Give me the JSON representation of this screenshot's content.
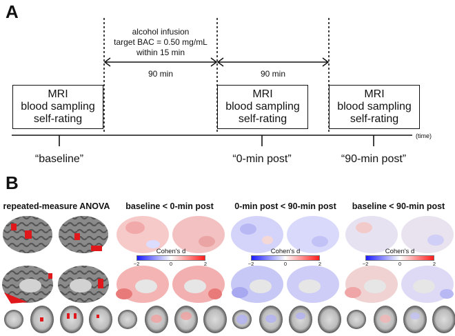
{
  "panel_a": {
    "letter": "A",
    "infusion_text": [
      "alcohol infusion",
      "target BAC = 0.50 mg/mL",
      "within 15 min"
    ],
    "interval_1": "90 min",
    "interval_2": "90 min",
    "session_box_lines": [
      "MRI",
      "blood sampling",
      "self-rating"
    ],
    "timepoints": [
      "“baseline”",
      "“0-min post”",
      "“90-min post”"
    ],
    "time_axis_label": "(time)"
  },
  "panel_b": {
    "letter": "B",
    "columns": [
      {
        "title": "repeated-measure ANOVA",
        "map_type": "binary",
        "colorbar": null
      },
      {
        "title": "baseline < 0-min post",
        "map_type": "effect_size",
        "colorbar": {
          "label": "Cohen's d",
          "min": "−2",
          "mid": "0",
          "max": "2"
        }
      },
      {
        "title": "0-min post < 90-min post",
        "map_type": "effect_size",
        "colorbar": {
          "label": "Cohen's d",
          "min": "−2",
          "mid": "0",
          "max": "2"
        }
      },
      {
        "title": "baseline < 90-min post",
        "map_type": "effect_size",
        "colorbar": {
          "label": "Cohen's d",
          "min": "−2",
          "mid": "0",
          "max": "2"
        }
      }
    ]
  },
  "colors": {
    "positive": "#ff1b1b",
    "negative": "#1b1bff",
    "cortex_gray": "#8a8a8a",
    "cortex_dark": "#555555",
    "anova_red": "#e0181b"
  }
}
